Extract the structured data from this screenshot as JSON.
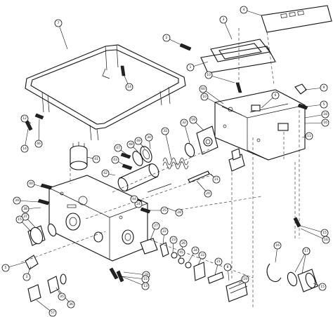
{
  "diagram": {
    "callouts": [
      {
        "id": "c7",
        "label": "7"
      },
      {
        "id": "c3",
        "label": "3"
      },
      {
        "id": "c4",
        "label": "4"
      },
      {
        "id": "c2",
        "label": "2"
      },
      {
        "id": "c1",
        "label": "1"
      },
      {
        "id": "c14a",
        "label": "14"
      },
      {
        "id": "c10a",
        "label": "10"
      },
      {
        "id": "c60",
        "label": "60"
      },
      {
        "id": "c10b",
        "label": "10"
      },
      {
        "id": "c6",
        "label": "6"
      },
      {
        "id": "c9",
        "label": "9"
      },
      {
        "id": "c5a",
        "label": "5"
      },
      {
        "id": "c18",
        "label": "18"
      },
      {
        "id": "c16",
        "label": "16"
      },
      {
        "id": "c11",
        "label": "11"
      },
      {
        "id": "c12",
        "label": "12"
      },
      {
        "id": "c14b",
        "label": "14"
      },
      {
        "id": "c46",
        "label": "46"
      },
      {
        "id": "c41",
        "label": "41"
      },
      {
        "id": "c47",
        "label": "47"
      },
      {
        "id": "c48",
        "label": "48"
      },
      {
        "id": "c49",
        "label": "49"
      },
      {
        "id": "c30",
        "label": "30"
      },
      {
        "id": "c31",
        "label": "31"
      },
      {
        "id": "c32",
        "label": "32"
      },
      {
        "id": "c59",
        "label": "59"
      },
      {
        "id": "c43",
        "label": "43"
      },
      {
        "id": "c42",
        "label": "42"
      },
      {
        "id": "c21a",
        "label": "21"
      },
      {
        "id": "c20",
        "label": "20"
      },
      {
        "id": "c24",
        "label": "24"
      },
      {
        "id": "c25",
        "label": "25"
      },
      {
        "id": "c40",
        "label": "40"
      },
      {
        "id": "c39",
        "label": "39"
      },
      {
        "id": "c38",
        "label": "38"
      },
      {
        "id": "c44",
        "label": "44"
      },
      {
        "id": "c28",
        "label": "28"
      },
      {
        "id": "c37",
        "label": "37"
      },
      {
        "id": "c15a",
        "label": "15"
      },
      {
        "id": "c27",
        "label": "27"
      },
      {
        "id": "c22",
        "label": "22"
      },
      {
        "id": "c23",
        "label": "23"
      },
      {
        "id": "c26",
        "label": "26"
      },
      {
        "id": "c34",
        "label": "34"
      },
      {
        "id": "c45",
        "label": "45"
      },
      {
        "id": "c33",
        "label": "33"
      },
      {
        "id": "c21b",
        "label": "21"
      },
      {
        "id": "c8",
        "label": "8"
      },
      {
        "id": "c5b",
        "label": "5"
      },
      {
        "id": "c3b",
        "label": "3"
      },
      {
        "id": "c13",
        "label": "13"
      },
      {
        "id": "c19",
        "label": "19"
      },
      {
        "id": "c16b",
        "label": "16"
      },
      {
        "id": "c17a",
        "label": "17"
      },
      {
        "id": "c15b",
        "label": "15"
      },
      {
        "id": "c29",
        "label": "29"
      },
      {
        "id": "c36",
        "label": "36"
      },
      {
        "id": "c35",
        "label": "35"
      },
      {
        "id": "c57",
        "label": "57"
      },
      {
        "id": "c15c",
        "label": "15"
      },
      {
        "id": "c16c",
        "label": "16"
      },
      {
        "id": "c17b",
        "label": "17"
      },
      {
        "id": "c15d",
        "label": "15"
      }
    ]
  }
}
